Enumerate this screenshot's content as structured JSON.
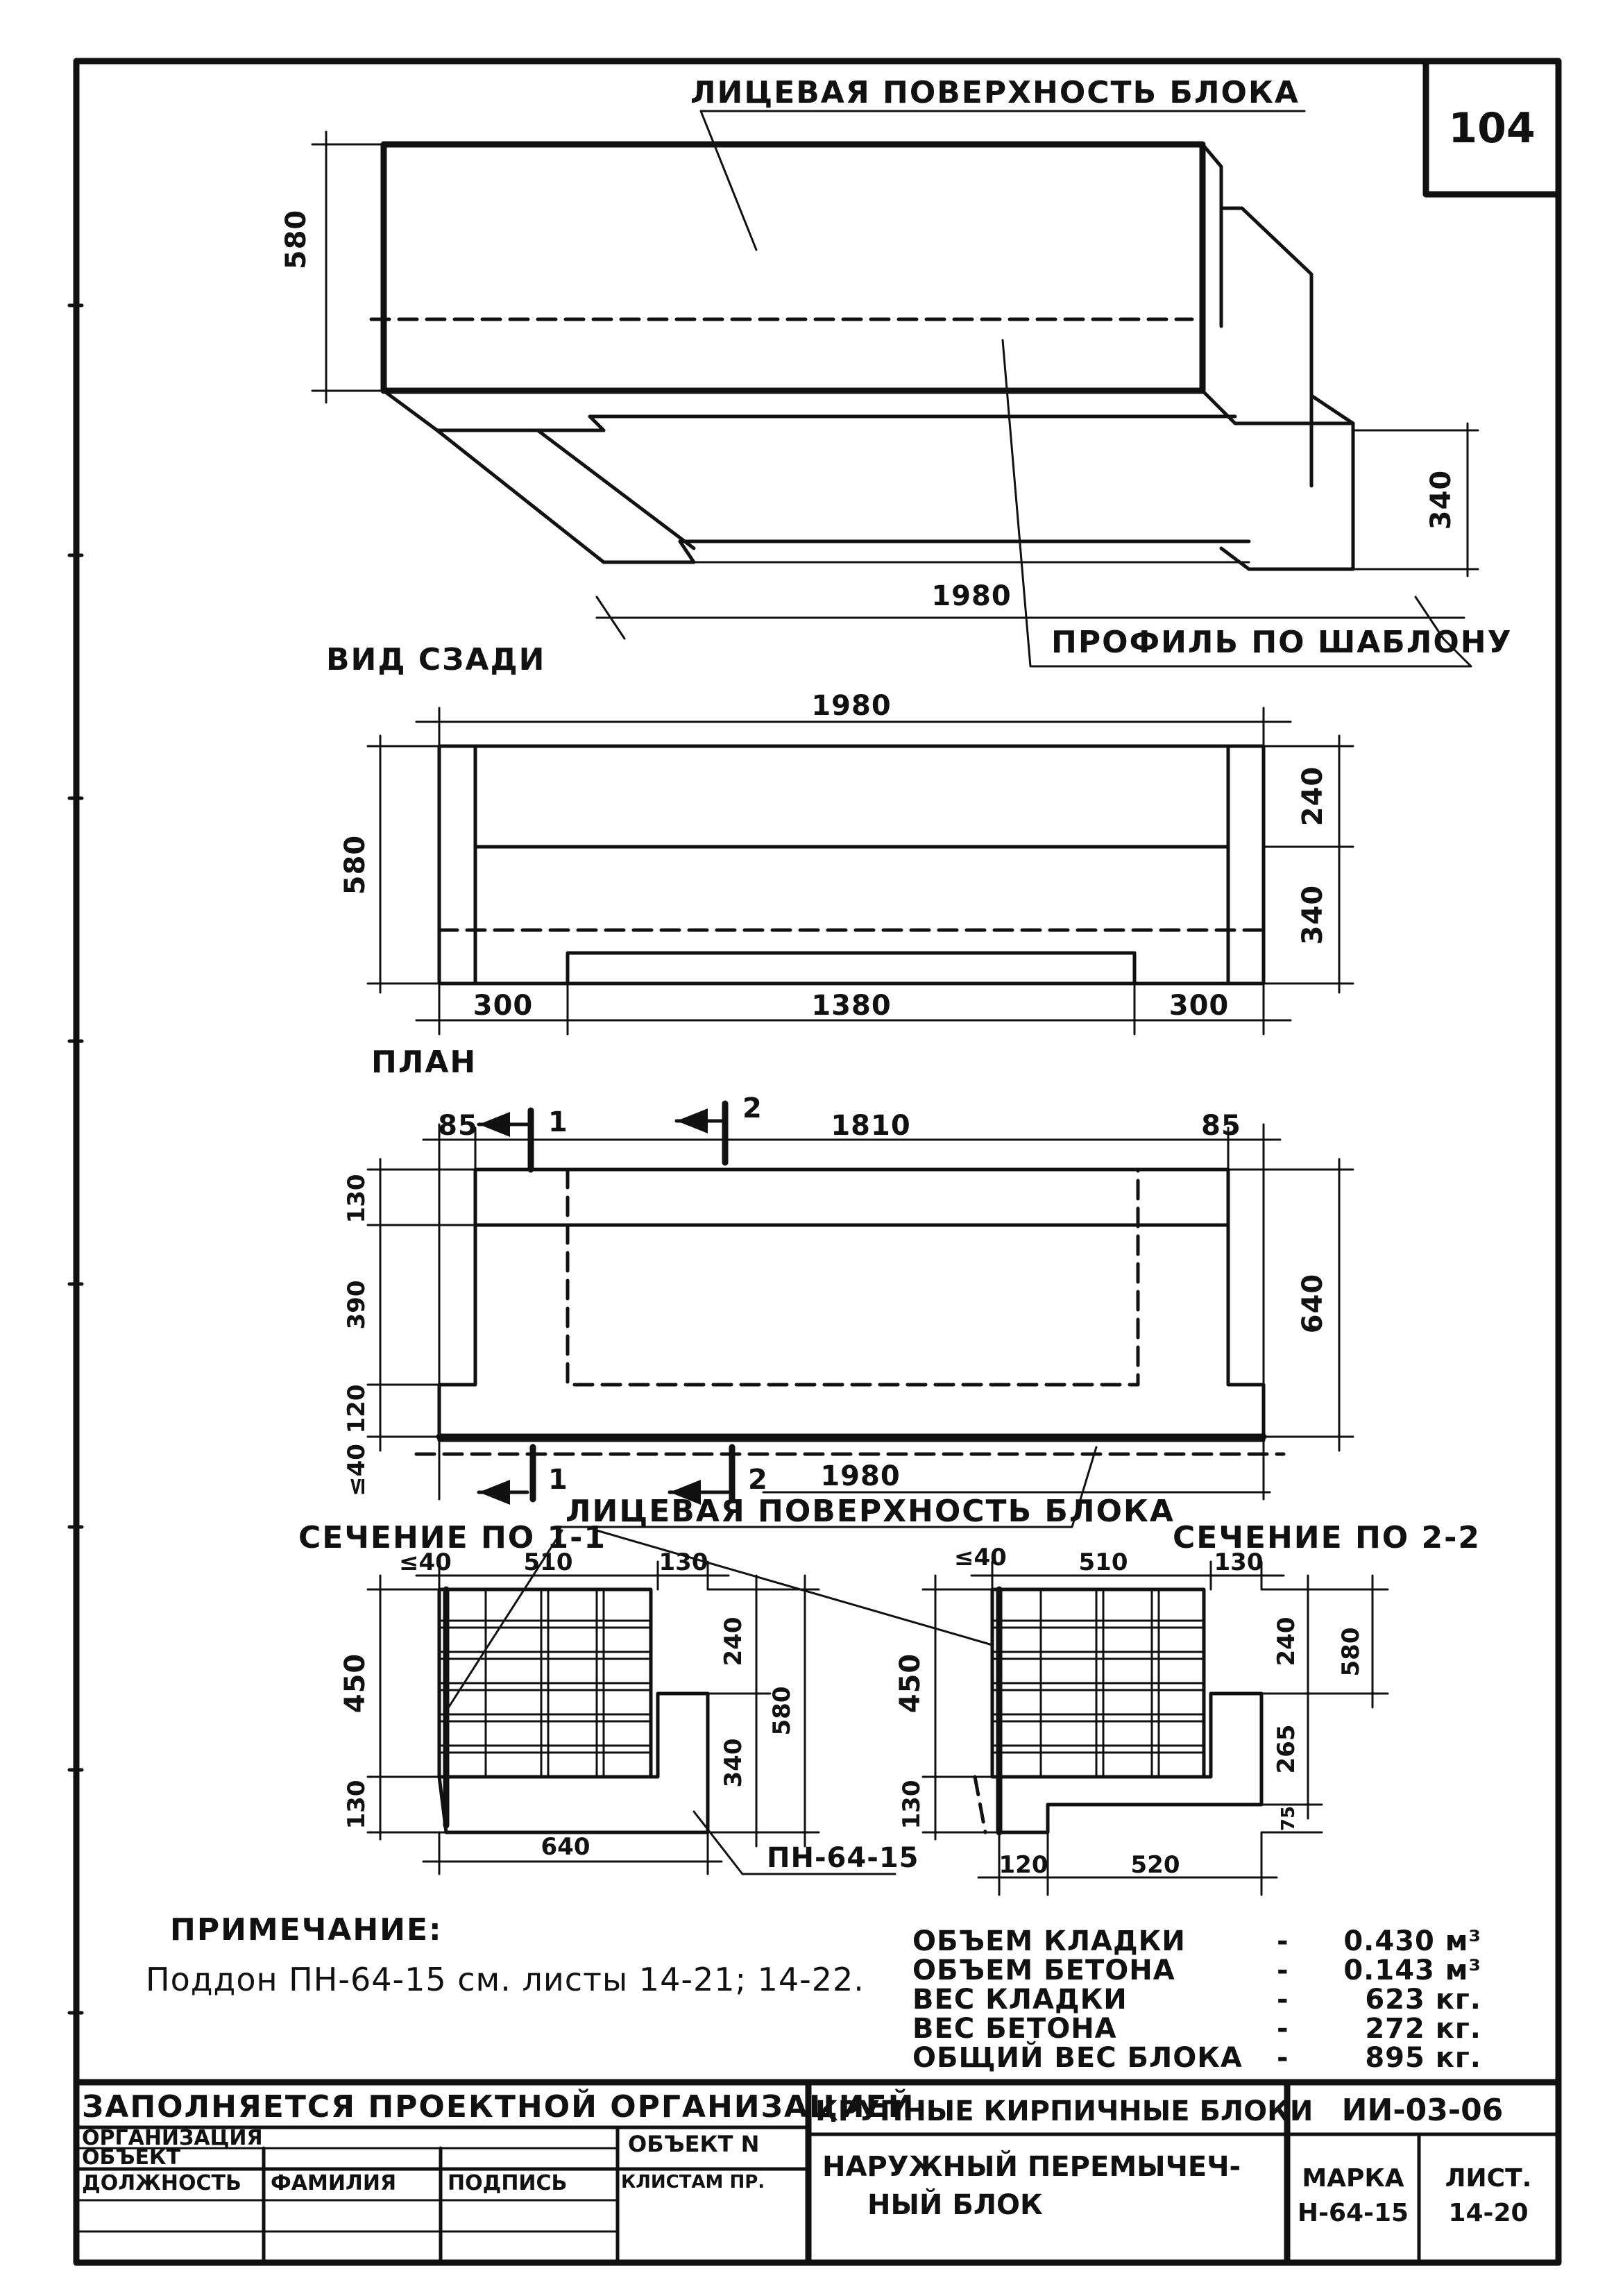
{
  "sheet_number": "104",
  "iso": {
    "face_label": "ЛИЦЕВАЯ ПОВЕРХНОСТЬ БЛОКА",
    "dim_height": "580",
    "dim_depth": "340",
    "dim_length": "1980",
    "profile_label": "ПРОФИЛЬ ПО ШАБЛОНУ"
  },
  "rear_view": {
    "title": "ВИД СЗАДИ",
    "dim_length": "1980",
    "dim_height": "580",
    "dim_top": "240",
    "dim_bottom": "340",
    "dim_left": "300",
    "dim_mid": "1380",
    "dim_right": "300"
  },
  "plan": {
    "title": "ПЛАН",
    "dim_left": "85",
    "dim_mid": "1810",
    "dim_right": "85",
    "cut1_top": "1",
    "cut2_top": "2",
    "cut1_bottom": "1",
    "cut2_bottom": "2",
    "dim_total": "1980",
    "dim_130": "130",
    "dim_390": "390",
    "dim_120": "120",
    "dim_40": "≤40",
    "dim_depth": "640",
    "face_label": "ЛИЦЕВАЯ ПОВЕРХНОСТЬ БЛОКА"
  },
  "section1": {
    "title": "СЕЧЕНИЕ ПО 1-1",
    "dim_40": "≤40",
    "dim_510": "510",
    "dim_130": "130",
    "dim_450": "450",
    "dim_130v": "130",
    "dim_240": "240",
    "dim_340": "340",
    "dim_580": "580",
    "dim_640": "640",
    "pallet_label": "ПН-64-15"
  },
  "section2": {
    "title": "СЕЧЕНИЕ ПО 2-2",
    "dim_40": "≤40",
    "dim_510": "510",
    "dim_130": "130",
    "dim_450": "450",
    "dim_130v": "130",
    "dim_240": "240",
    "dim_265": "265",
    "dim_75": "75",
    "dim_580": "580",
    "dim_120": "120",
    "dim_520": "520"
  },
  "note": {
    "title": "ПРИМЕЧАНИЕ:",
    "text": "Поддон ПН-64-15 см. листы 14-21; 14-22."
  },
  "specs": [
    {
      "label": "ОБЪЕМ КЛАДКИ",
      "dash": "-",
      "value": "0.430 м³"
    },
    {
      "label": "ОБЪЕМ БЕТОНА",
      "dash": "-",
      "value": "0.143 м³"
    },
    {
      "label": "ВЕС КЛАДКИ",
      "dash": "-",
      "value": "623 кг."
    },
    {
      "label": "ВЕС БЕТОНА",
      "dash": "-",
      "value": "272 кг."
    },
    {
      "label": "ОБЩИЙ ВЕС БЛОКА",
      "dash": "-",
      "value": "895 кг."
    }
  ],
  "title_block": {
    "filled_by": "ЗАПОЛНЯЕТСЯ ПРОЕКТНОЙ ОРГАНИЗАЦИЕЙ",
    "organization": "ОРГАНИЗАЦИЯ",
    "object": "ОБЪЕКТ",
    "object_no": "ОБЪЕКТ N",
    "sheets_no": "КЛИСТАМ ПР.",
    "position": "ДОЛЖНОСТЬ",
    "surname": "ФАМИЛИЯ",
    "signature": "ПОДПИСЬ",
    "series_title": "КРУПНЫЕ КИРПИЧНЫЕ БЛОКИ",
    "series_code": "ИИ-03-06",
    "product_line1": "НАРУЖНЫЙ ПЕРЕМЫЧЕЧ-",
    "product_line2": "НЫЙ БЛОК",
    "mark_label": "МАРКА",
    "mark_value": "Н-64-15",
    "sheet_label": "ЛИСТ.",
    "sheet_value": "14-20"
  }
}
